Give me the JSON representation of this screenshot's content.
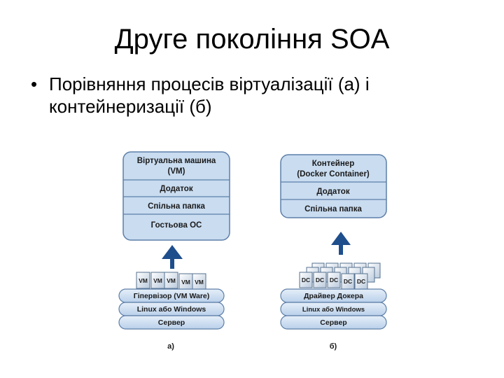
{
  "slide": {
    "title": "Друге покоління SOA",
    "bullet": "Порівняння процесів віртуалізації (а) і контейнеризації (б)"
  },
  "diagram_a": {
    "stack_rows": [
      "Віртуальна машина",
      "(VM)",
      "Додаток",
      "Спільна папка",
      "Гостьова ОС"
    ],
    "chips": [
      "VM",
      "VM",
      "VM",
      "VM",
      "VM"
    ],
    "base_layers": [
      "Гіпервізор (VM Ware)",
      "Linux або Windows",
      "Сервер"
    ],
    "caption": "а)"
  },
  "diagram_b": {
    "stack_rows": [
      "Контейнер",
      "(Docker Container)",
      "Додаток",
      "Спільна папка"
    ],
    "chips": [
      "DC",
      "DC",
      "DC",
      "DC",
      "DC"
    ],
    "base_layers": [
      "Драйвер Докера",
      "Linux або Windows",
      "Сервер"
    ],
    "caption": "б)"
  },
  "colors": {
    "box_fill": "#c9dcf0",
    "box_stroke": "#5d7fa8",
    "arrow": "#1f4e8c"
  }
}
